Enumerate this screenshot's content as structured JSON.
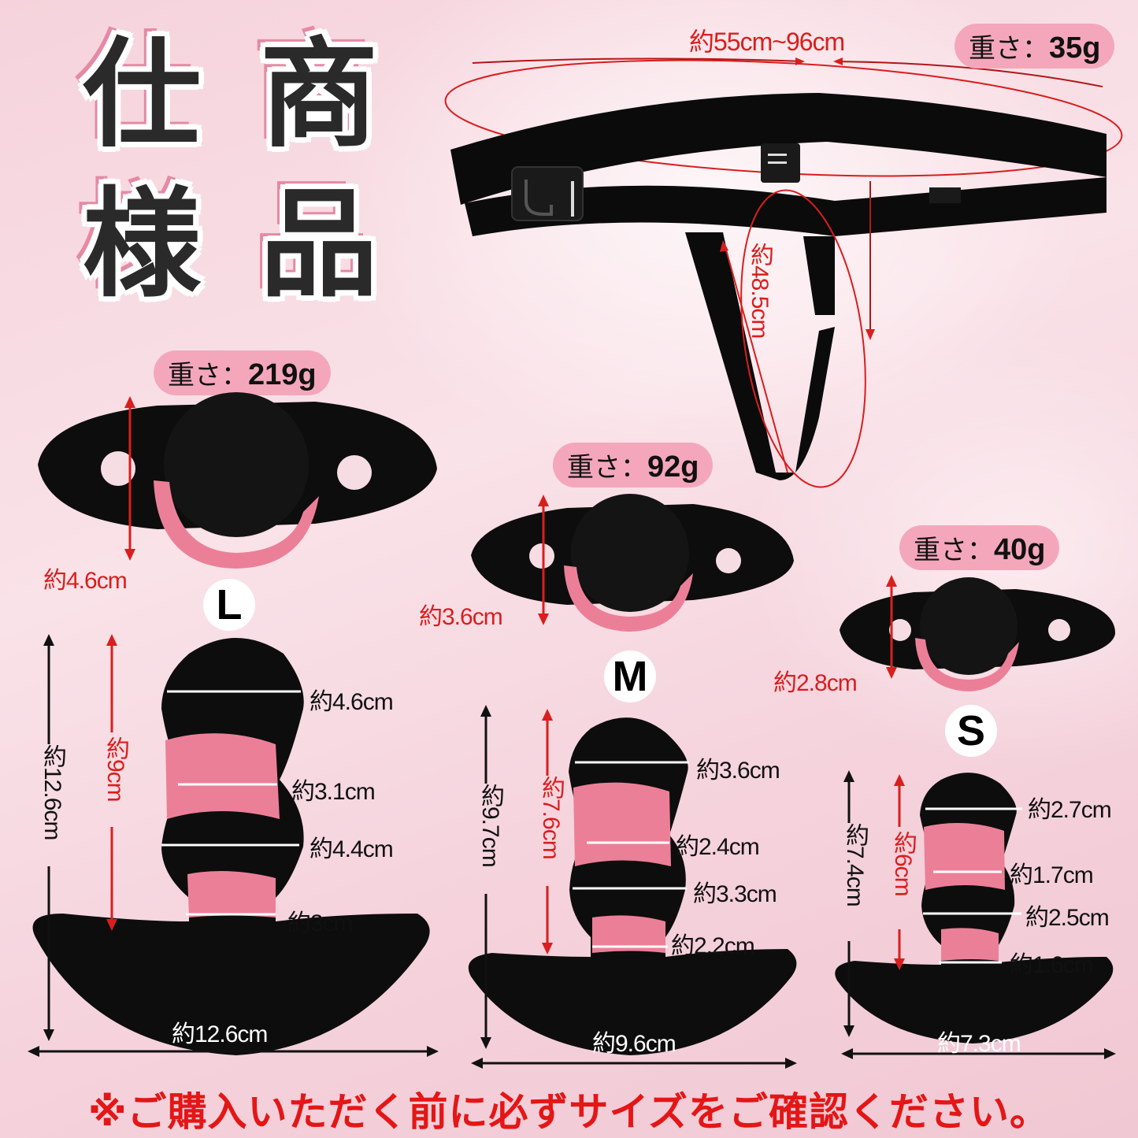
{
  "title": {
    "columns": [
      {
        "chars": [
          "商",
          "品"
        ]
      },
      {
        "chars": [
          "仕",
          "様"
        ]
      }
    ],
    "text": "商品仕様"
  },
  "harness": {
    "waist_length": "約55cm~96cm",
    "strap_length": "約48.5cm",
    "weight": {
      "label": "重さ：",
      "value": "35g"
    }
  },
  "sizes": [
    {
      "size": "L",
      "weight": {
        "label": "重さ：",
        "value": "219g"
      },
      "base_height": "約4.6cm",
      "total_length": "約12.6cm",
      "insertable_length": "約9cm",
      "diameters": [
        "約4.6cm",
        "約3.1cm",
        "約4.4cm",
        "約3cm"
      ],
      "base_width": "約12.6cm"
    },
    {
      "size": "M",
      "weight": {
        "label": "重さ：",
        "value": "92g"
      },
      "base_height": "約3.6cm",
      "total_length": "約9.7cm",
      "insertable_length": "約7.6cm",
      "diameters": [
        "約3.6cm",
        "約2.4cm",
        "約3.3cm",
        "約2.2cm"
      ],
      "base_width": "約9.6cm"
    },
    {
      "size": "S",
      "weight": {
        "label": "重さ：",
        "value": "40g"
      },
      "base_height": "約2.8cm",
      "total_length": "約7.4cm",
      "insertable_length": "約6cm",
      "diameters": [
        "約2.7cm",
        "約1.7cm",
        "約2.5cm",
        "約1.6cm"
      ],
      "base_width": "約7.3cm"
    }
  ],
  "footer_note": "※ご購入いただく前に必ずサイズをご確認ください。",
  "colors": {
    "accent_red": "#d91e1e",
    "pill_pink": "#f4a7bb",
    "product_black": "#111111",
    "product_pink": "#ec7f98"
  }
}
